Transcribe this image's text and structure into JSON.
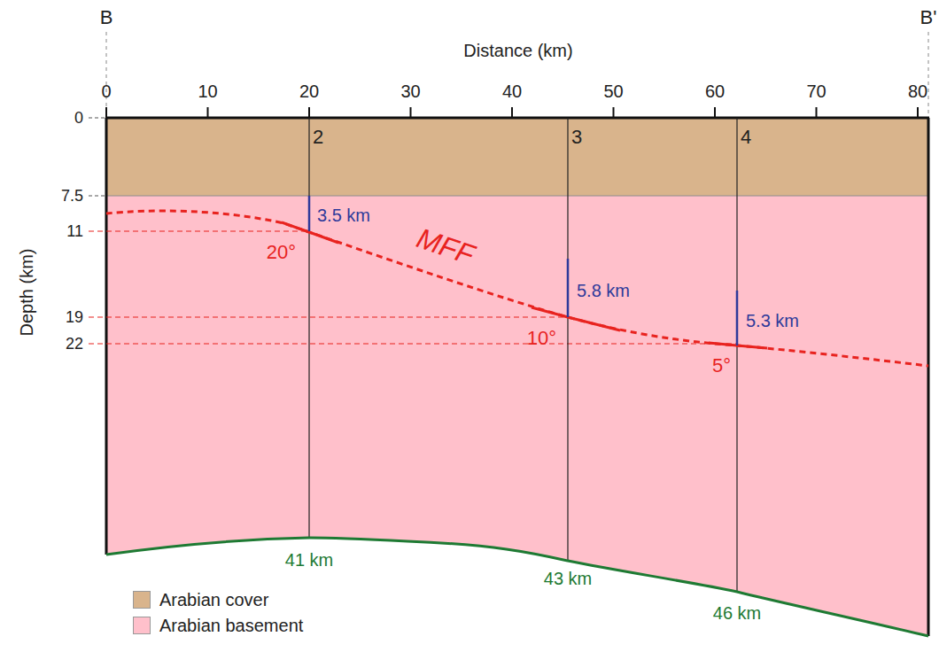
{
  "diagram": {
    "labels": [
      "B",
      "B'",
      "Distance (km)",
      "0",
      "10",
      "20",
      "30",
      "40",
      "50",
      "60",
      "70",
      "80",
      "0",
      "7.5",
      "11",
      "19",
      "22",
      "Depth (km)",
      "2",
      "3",
      "4",
      "3.5 km",
      "5.8 km",
      "5.3 km",
      "20°",
      "10°",
      "5°",
      "MFF",
      "41 km",
      "43 km",
      "46 km"
    ],
    "legend": [
      {
        "text": "Arabian cover",
        "color": "#d9b48c"
      },
      {
        "text": "Arabian basement",
        "color": "#ffc0cb"
      }
    ]
  }
}
